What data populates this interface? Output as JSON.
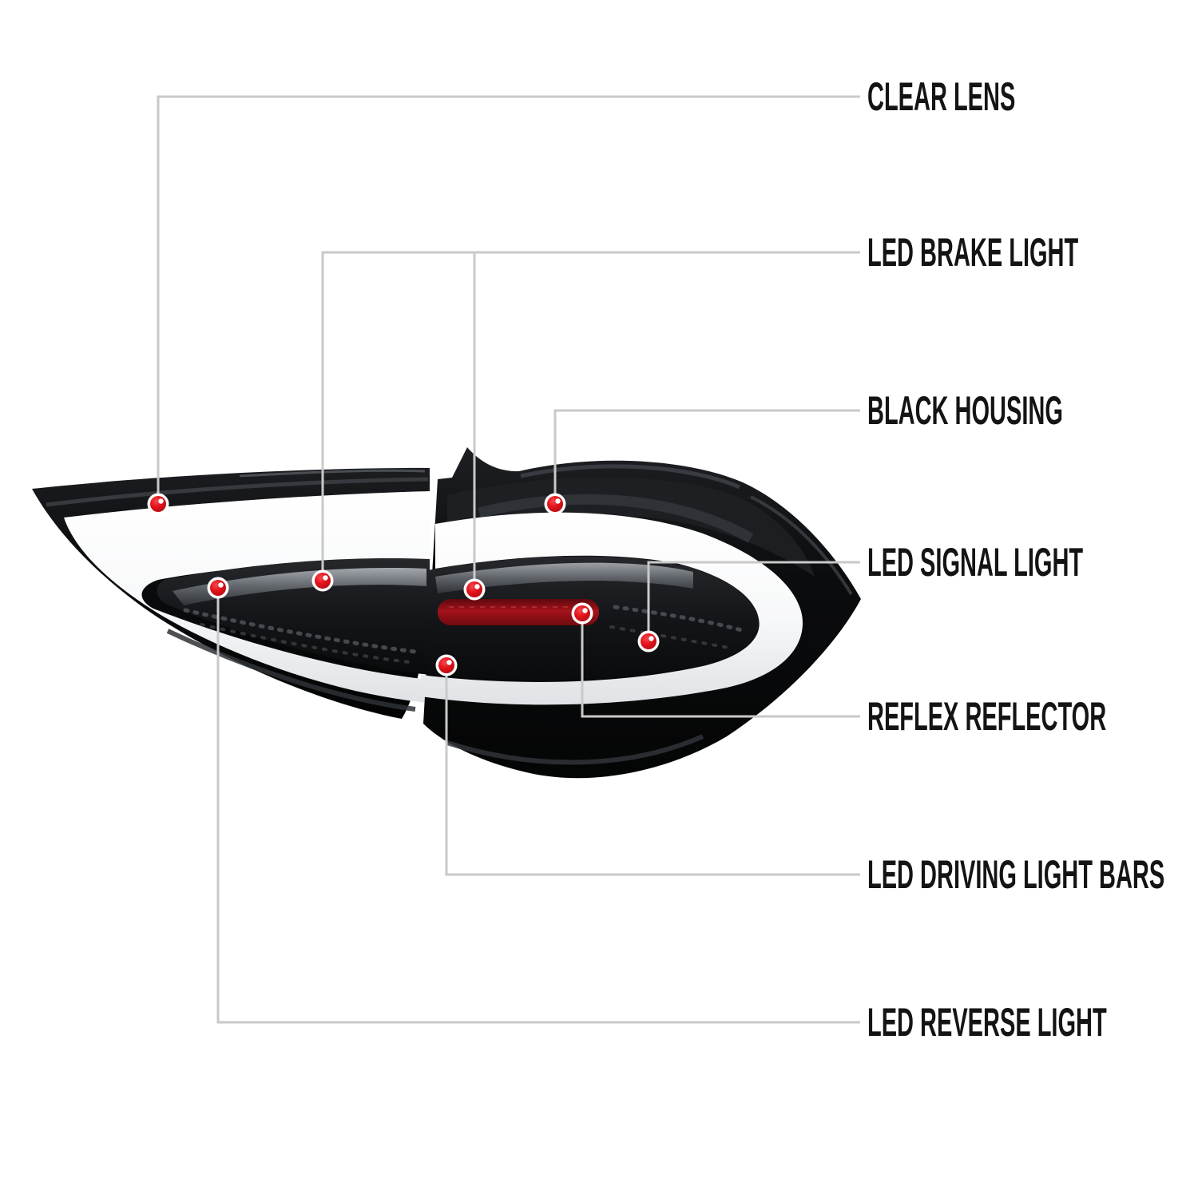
{
  "page": {
    "background": "#ffffff",
    "description": "Product callout diagram of a pair of smoked LED tail lights"
  },
  "colors": {
    "background": "#ffffff",
    "accent_red": "#e8131a",
    "marker_ring": "#ffffff",
    "connector": "#c9c9c9",
    "label_text": "#141414",
    "housing_black": "#0b0c0e",
    "light_bar_white": "#fafbfc",
    "reflex_red": "#9c1016"
  },
  "diagram": {
    "type": "product-callout",
    "subject": "LED tail light pair with black housing and clear lens",
    "callouts": [
      {
        "id": "clear-lens",
        "label": "CLEAR LENS"
      },
      {
        "id": "led-brake-light",
        "label": "LED BRAKE LIGHT"
      },
      {
        "id": "black-housing",
        "label": "BLACK HOUSING"
      },
      {
        "id": "led-signal-light",
        "label": "LED SIGNAL LIGHT"
      },
      {
        "id": "reflex-reflector",
        "label": "REFLEX REFLECTOR"
      },
      {
        "id": "led-driving-light-bars",
        "label": "LED DRIVING LIGHT BARS"
      },
      {
        "id": "led-reverse-light",
        "label": "LED REVERSE LIGHT"
      }
    ]
  }
}
